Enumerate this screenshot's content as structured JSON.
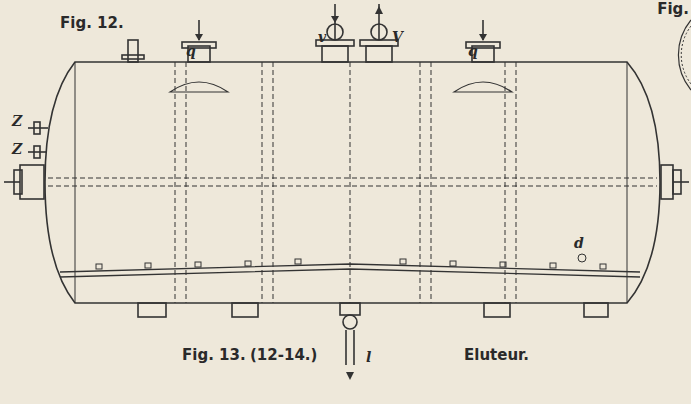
{
  "diagram": {
    "labels": [
      "Fig. 12.",
      "Fig.",
      "q",
      "v",
      "V",
      "q",
      "Z",
      "Z",
      "d",
      "l",
      "Fig. 13.",
      "(12-14.)",
      "Eluteur."
    ]
  }
}
